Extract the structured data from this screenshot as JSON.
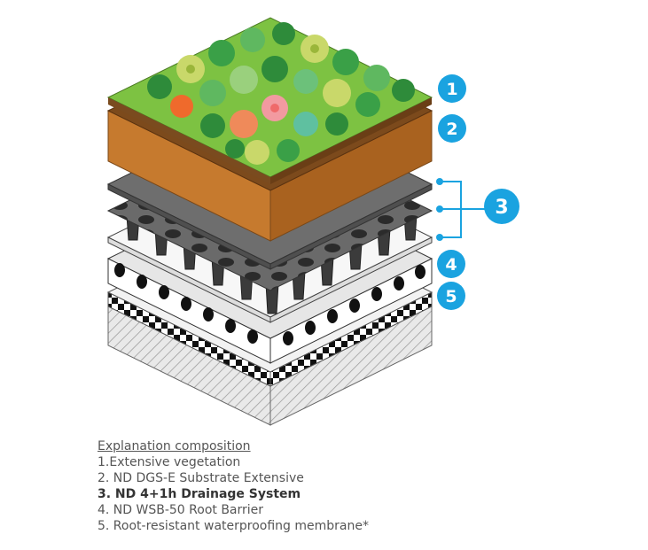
{
  "accent_color": "#1aa3e0",
  "badges": {
    "b1": "1",
    "b2": "2",
    "b3": "3",
    "b4": "4",
    "b5": "5"
  },
  "legend": {
    "heading": "Explanation composition",
    "items": [
      "1.Extensive vegetation",
      "2. ND DGS-E Substrate Extensive",
      "3. ND 4+1h Drainage System",
      "4. ND WSB-50 Root Barrier",
      "5. Root-resistant waterproofing membrane*"
    ],
    "emphasized_item": "3. ND 4+1h Drainage System"
  }
}
